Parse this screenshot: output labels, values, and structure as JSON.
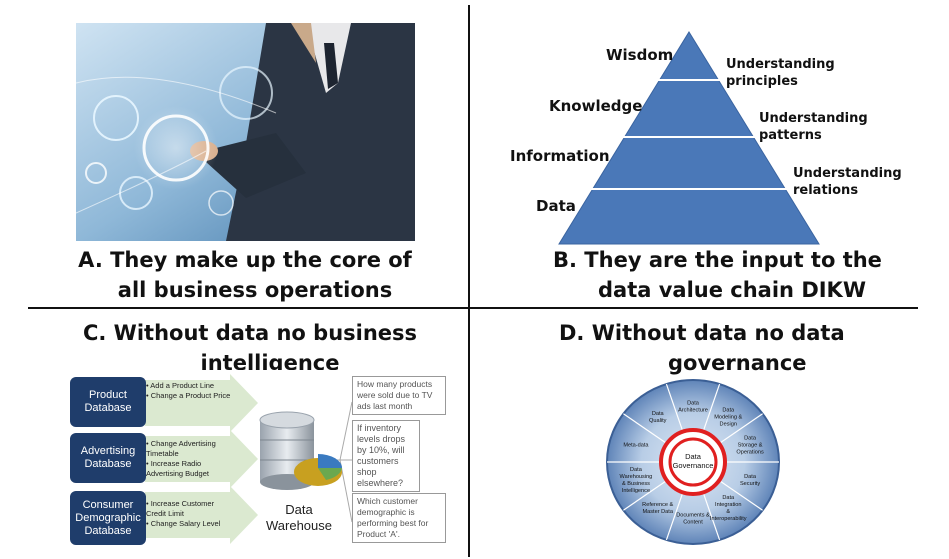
{
  "panel_a": {
    "caption_line1": "A. They make up the core of",
    "caption_line2": "all business operations"
  },
  "panel_b": {
    "caption_line1": "B. They are the input to the",
    "caption_line2": "data value chain DIKW",
    "levels": [
      "Wisdom",
      "Knowledge",
      "Information",
      "Data"
    ],
    "right_labels": [
      {
        "line1": "Understanding",
        "line2": "principles"
      },
      {
        "line1": "Understanding",
        "line2": "patterns"
      },
      {
        "line1": "Understanding",
        "line2": "relations"
      }
    ],
    "pyramid_color": "#4a78b8"
  },
  "panel_c": {
    "caption_line1": "C. Without data no business",
    "caption_line2": "intelligence",
    "databases": [
      {
        "name_line1": "Product",
        "name_line2": "Database",
        "bullets": [
          "Add a Product Line",
          "Change a Product Price"
        ]
      },
      {
        "name_line1": "Advertising",
        "name_line2": "Database",
        "bullets": [
          "Change Advertising Timetable",
          "Increase Radio Advertising Budget"
        ]
      },
      {
        "name_line1": "Consumer",
        "name_line2": "Demographic",
        "name_line3": "Database",
        "bullets": [
          "Increase Customer Credit Limit",
          "Change Salary Level"
        ]
      }
    ],
    "warehouse_line1": "Data",
    "warehouse_line2": "Warehouse",
    "questions": [
      "How many products were sold due to TV ads last month",
      "If inventory levels drops by 10%, will customers shop elsewhere?",
      "Which customer demographic is performing best for Product 'A'."
    ]
  },
  "panel_d": {
    "caption_line1": "D. Without data no data",
    "caption_line2": "governance",
    "center_line1": "Data",
    "center_line2": "Governance",
    "segments": [
      "Data Architecture",
      "Data Modeling & Design",
      "Data Storage & Operations",
      "Data Security",
      "Data Integration & Interoperability",
      "Documents & Content",
      "Reference & Master Data",
      "Data Warehousing & Business Intelligence",
      "Meta-data",
      "Data Quality"
    ]
  }
}
